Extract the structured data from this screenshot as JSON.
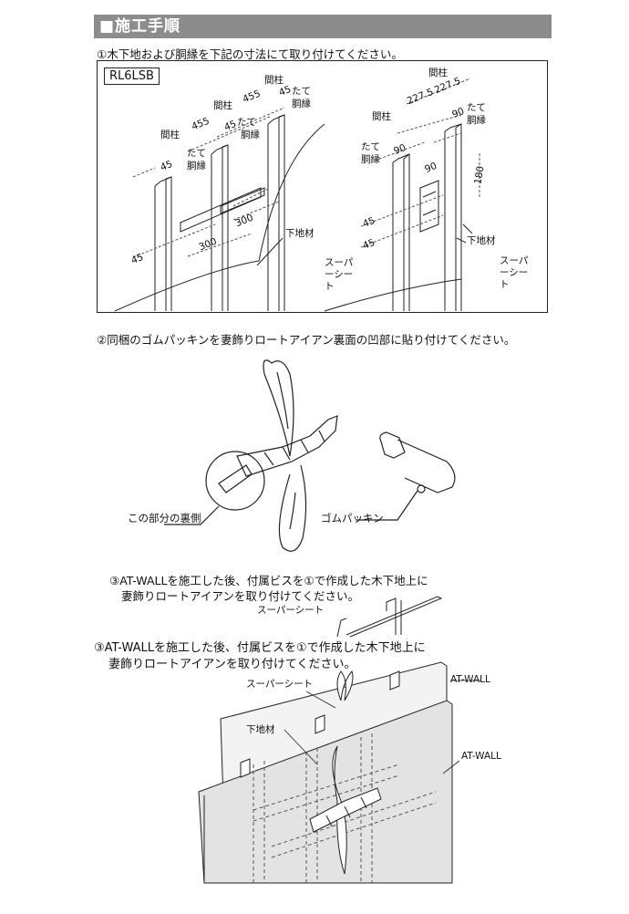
{
  "header": {
    "title": "■施工手順"
  },
  "steps": {
    "step1": "①木下地および胴縁を下記の寸法にて取り付けてください。",
    "step2": "②同梱のゴムパッキンを妻飾りロートアイアン裏面の凹部に貼り付けてください。",
    "step3_small_line1": "③AT-WALLを施工した後、付属ビスを①で作成した木下地上に",
    "step3_small_line2": "妻飾りロートアイアンを取り付けてください。",
    "step3_line1": "③AT-WALLを施工した後、付属ビスを①で作成した木下地上に",
    "step3_line2": "妻飾りロートアイアンを取り付けてください。"
  },
  "diagram1": {
    "model": "RL6LSB",
    "left": {
      "mabashira_1": "間柱",
      "mabashira_2": "間柱",
      "mabashira_3": "間柱",
      "dim_455_a": "455",
      "dim_455_b": "455",
      "dim_45_a": "45",
      "dim_45_b": "45",
      "dim_45_c": "45",
      "dim_45_d": "45",
      "tate_1": "たて",
      "doubuchi_1": "胴縁",
      "tate_2": "たて",
      "doubuchi_2": "胴縁",
      "tate_3": "たて",
      "doubuchi_3": "胴縁",
      "dim_300_a": "300",
      "dim_300_b": "300",
      "shitaji": "下地材",
      "super_sheet": "スーパーシート"
    },
    "right": {
      "mabashira_top": "間柱",
      "mabashira_left": "間柱",
      "dim_2275_a": "227.5",
      "dim_2275_b": "227.5",
      "dim_90_a": "90",
      "dim_90_b": "90",
      "dim_90_c": "90",
      "tate_a": "たて",
      "doubuchi_a": "胴縁",
      "tate_b": "たて",
      "doubuchi_b": "胴縁",
      "dim_180": "180",
      "dim_45_a": "45",
      "dim_45_b": "45",
      "shitaji": "下地材",
      "super_sheet": "スーパーシート"
    }
  },
  "diagram2": {
    "back_side": "この部分の裏側",
    "gasket": "ゴムパッキン"
  },
  "diagram3": {
    "super_sheet_small": "スーパーシート",
    "super_sheet": "スーパーシート",
    "shitaji": "下地材",
    "atwall_top": "AT-WALL",
    "atwall": "AT-WALL"
  }
}
